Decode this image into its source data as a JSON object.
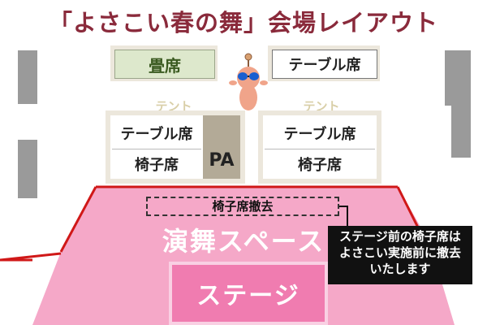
{
  "title": "「よさこい春の舞」会場レイアウト",
  "tatami": "畳席",
  "table_top_right": "テーブル席",
  "tent_label": "テント",
  "table_seat": "テーブル席",
  "chair_seat": "椅子席",
  "pa": "PA",
  "removal_note": "椅子席撤去",
  "performance_space": "演舞スペース",
  "stage": "ステージ",
  "notice_line1": "ステージ前の椅子席は",
  "notice_line2": "よさこい実施前に撤去",
  "notice_line3": "いたします",
  "colors": {
    "title": "#8a2a3b",
    "performance_area": "#f5a8c8",
    "stage": "#f07cb0",
    "tatami_fill": "#dde8cc"
  }
}
